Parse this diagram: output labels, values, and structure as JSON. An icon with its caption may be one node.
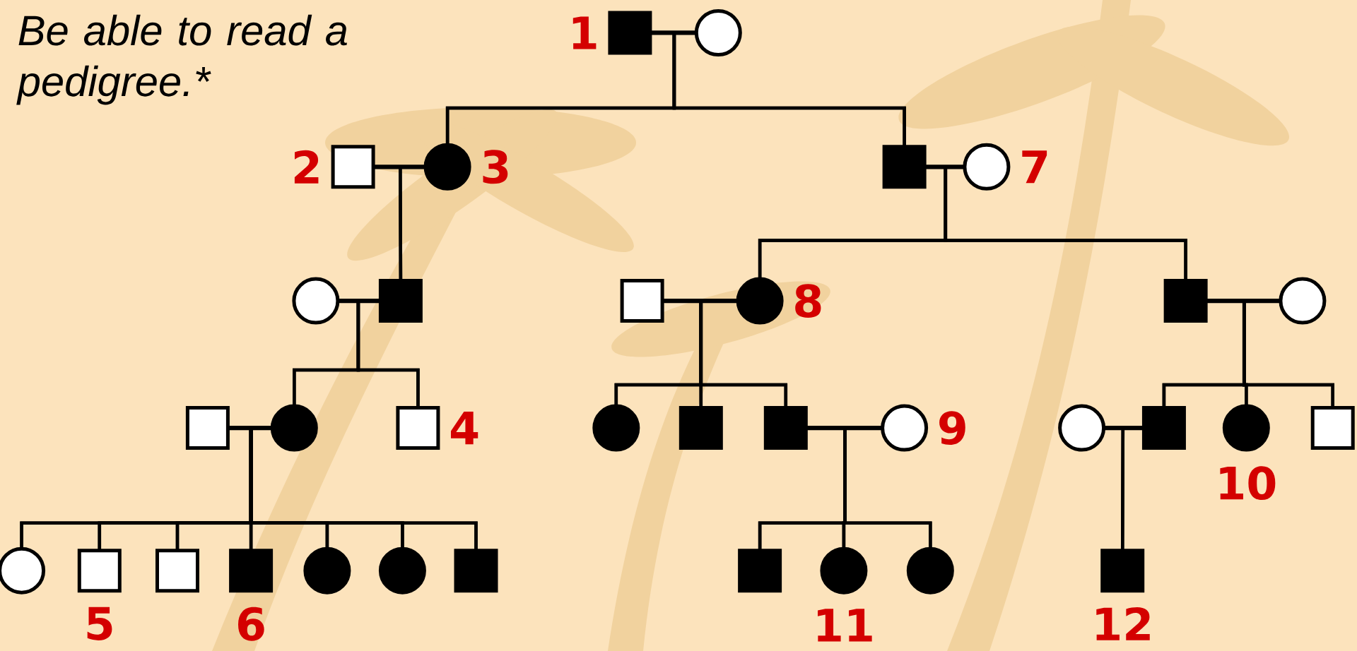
{
  "diagram": {
    "title": "Be able to read a pedigree.*",
    "nodes": [
      {
        "text": [],
        "shape": "filled-square",
        "beside": [
          "1"
        ]
      },
      {
        "text": [],
        "shape": "circle"
      },
      {
        "text": [],
        "shape": "square",
        "beside": [
          "2"
        ]
      },
      {
        "text": [],
        "shape": "filled-circle",
        "beside": [
          "3"
        ]
      },
      {
        "text": [],
        "shape": "filled-square"
      },
      {
        "text": [],
        "shape": "circle",
        "beside": [
          "7"
        ]
      },
      {
        "text": [],
        "shape": "circle"
      },
      {
        "text": [],
        "shape": "filled-square"
      },
      {
        "text": [],
        "shape": "square"
      },
      {
        "text": [],
        "shape": "filled-circle",
        "beside": [
          "8"
        ]
      },
      {
        "text": [],
        "shape": "filled-square"
      },
      {
        "text": [],
        "shape": "circle"
      },
      {
        "text": [],
        "shape": "square"
      },
      {
        "text": [],
        "shape": "filled-circle"
      },
      {
        "text": [],
        "shape": "square",
        "beside": [
          "4"
        ]
      },
      {
        "text": [],
        "shape": "filled-circle"
      },
      {
        "text": [],
        "shape": "filled-square"
      },
      {
        "text": [],
        "shape": "filled-square"
      },
      {
        "text": [],
        "shape": "circle",
        "beside": [
          "9"
        ]
      },
      {
        "text": [],
        "shape": "circle"
      },
      {
        "text": [],
        "shape": "filled-square"
      },
      {
        "text": [],
        "shape": "filled-circle",
        "beside": [
          "10"
        ]
      },
      {
        "text": [],
        "shape": "square"
      },
      {
        "text": [],
        "shape": "circle"
      },
      {
        "text": [],
        "shape": "square",
        "beside": [
          "5"
        ]
      },
      {
        "text": [],
        "shape": "square"
      },
      {
        "text": [],
        "shape": "filled-square",
        "beside": [
          "6"
        ]
      },
      {
        "text": [],
        "shape": "filled-circle"
      },
      {
        "text": [],
        "shape": "filled-circle"
      },
      {
        "text": [],
        "shape": "filled-square"
      },
      {
        "text": [],
        "shape": "filled-square"
      },
      {
        "text": [],
        "shape": "filled-circle",
        "beside": [
          "11"
        ]
      },
      {
        "text": [],
        "shape": "filled-circle"
      },
      {
        "text": [],
        "shape": "filled-square",
        "beside": [
          "12"
        ]
      }
    ],
    "edges": [
      {
        "from": 0,
        "to": 1,
        "arrow": "none"
      },
      {
        "from": 0,
        "to": 3,
        "arrow": "none"
      },
      {
        "from": 1,
        "to": 3,
        "arrow": "none"
      },
      {
        "from": 0,
        "to": 4,
        "arrow": "none"
      },
      {
        "from": 1,
        "to": 4,
        "arrow": "none"
      },
      {
        "from": 2,
        "to": 3,
        "arrow": "none"
      },
      {
        "from": 2,
        "to": 7,
        "arrow": "none"
      },
      {
        "from": 3,
        "to": 7,
        "arrow": "none"
      },
      {
        "from": 4,
        "to": 5,
        "arrow": "none"
      },
      {
        "from": 4,
        "to": 9,
        "arrow": "none"
      },
      {
        "from": 5,
        "to": 9,
        "arrow": "none"
      },
      {
        "from": 4,
        "to": 10,
        "arrow": "none"
      },
      {
        "from": 5,
        "to": 10,
        "arrow": "none"
      },
      {
        "from": 6,
        "to": 7,
        "arrow": "none"
      },
      {
        "from": 6,
        "to": 13,
        "arrow": "none"
      },
      {
        "from": 7,
        "to": 13,
        "arrow": "none"
      },
      {
        "from": 6,
        "to": 14,
        "arrow": "none"
      },
      {
        "from": 7,
        "to": 14,
        "arrow": "none"
      },
      {
        "from": 8,
        "to": 9,
        "arrow": "none"
      },
      {
        "from": 8,
        "to": 15,
        "arrow": "none"
      },
      {
        "from": 9,
        "to": 15,
        "arrow": "none"
      },
      {
        "from": 8,
        "to": 16,
        "arrow": "none"
      },
      {
        "from": 9,
        "to": 16,
        "arrow": "none"
      },
      {
        "from": 8,
        "to": 17,
        "arrow": "none"
      },
      {
        "from": 9,
        "to": 17,
        "arrow": "none"
      },
      {
        "from": 10,
        "to": 11,
        "arrow": "none"
      },
      {
        "from": 10,
        "to": 20,
        "arrow": "none"
      },
      {
        "from": 11,
        "to": 20,
        "arrow": "none"
      },
      {
        "from": 10,
        "to": 21,
        "arrow": "none"
      },
      {
        "from": 11,
        "to": 21,
        "arrow": "none"
      },
      {
        "from": 10,
        "to": 22,
        "arrow": "none"
      },
      {
        "from": 11,
        "to": 22,
        "arrow": "none"
      },
      {
        "from": 12,
        "to": 13,
        "arrow": "none"
      },
      {
        "from": 12,
        "to": 23,
        "arrow": "none"
      },
      {
        "from": 13,
        "to": 23,
        "arrow": "none"
      },
      {
        "from": 12,
        "to": 24,
        "arrow": "none"
      },
      {
        "from": 13,
        "to": 24,
        "arrow": "none"
      },
      {
        "from": 12,
        "to": 25,
        "arrow": "none"
      },
      {
        "from": 13,
        "to": 25,
        "arrow": "none"
      },
      {
        "from": 12,
        "to": 26,
        "arrow": "none"
      },
      {
        "from": 13,
        "to": 26,
        "arrow": "none"
      },
      {
        "from": 12,
        "to": 27,
        "arrow": "none"
      },
      {
        "from": 13,
        "to": 27,
        "arrow": "none"
      },
      {
        "from": 12,
        "to": 28,
        "arrow": "none"
      },
      {
        "from": 13,
        "to": 28,
        "arrow": "none"
      },
      {
        "from": 12,
        "to": 29,
        "arrow": "none"
      },
      {
        "from": 13,
        "to": 29,
        "arrow": "none"
      },
      {
        "from": 17,
        "to": 18,
        "arrow": "none"
      },
      {
        "from": 17,
        "to": 30,
        "arrow": "none"
      },
      {
        "from": 18,
        "to": 30,
        "arrow": "none"
      },
      {
        "from": 17,
        "to": 31,
        "arrow": "none"
      },
      {
        "from": 18,
        "to": 31,
        "arrow": "none"
      },
      {
        "from": 17,
        "to": 32,
        "arrow": "none"
      },
      {
        "from": 18,
        "to": 32,
        "arrow": "none"
      },
      {
        "from": 19,
        "to": 20,
        "arrow": "none"
      },
      {
        "from": 19,
        "to": 33,
        "arrow": "none"
      },
      {
        "from": 20,
        "to": 33,
        "arrow": "none"
      }
    ]
  }
}
